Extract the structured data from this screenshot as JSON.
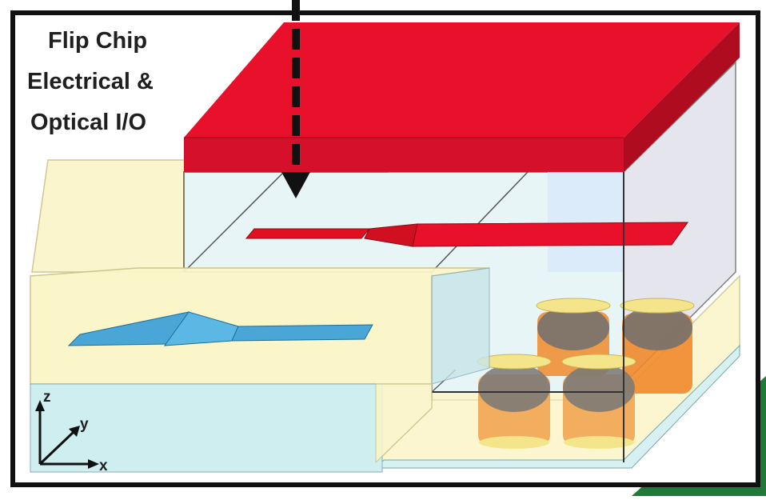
{
  "annotation": {
    "lines": [
      "Flip Chip",
      "Electrical &",
      "Optical I/O"
    ]
  },
  "axes": {
    "z": "z",
    "y": "y",
    "x": "x"
  },
  "colors": {
    "frame": "#111111",
    "lid_top": "#e8102a",
    "lid_front": "#d8102a",
    "lid_side": "#b00c20",
    "red_waveguide": "#e01020",
    "blue_waveguide": "#4aa6d6",
    "yellow_block": "#fbf5c8",
    "cyan_block": "#cfeef0",
    "solder_orange": "#f08a2a",
    "solder_gray": "#6f6f6f",
    "solder_cap": "#f5e58a",
    "corner_green": "#1f7a3a"
  }
}
